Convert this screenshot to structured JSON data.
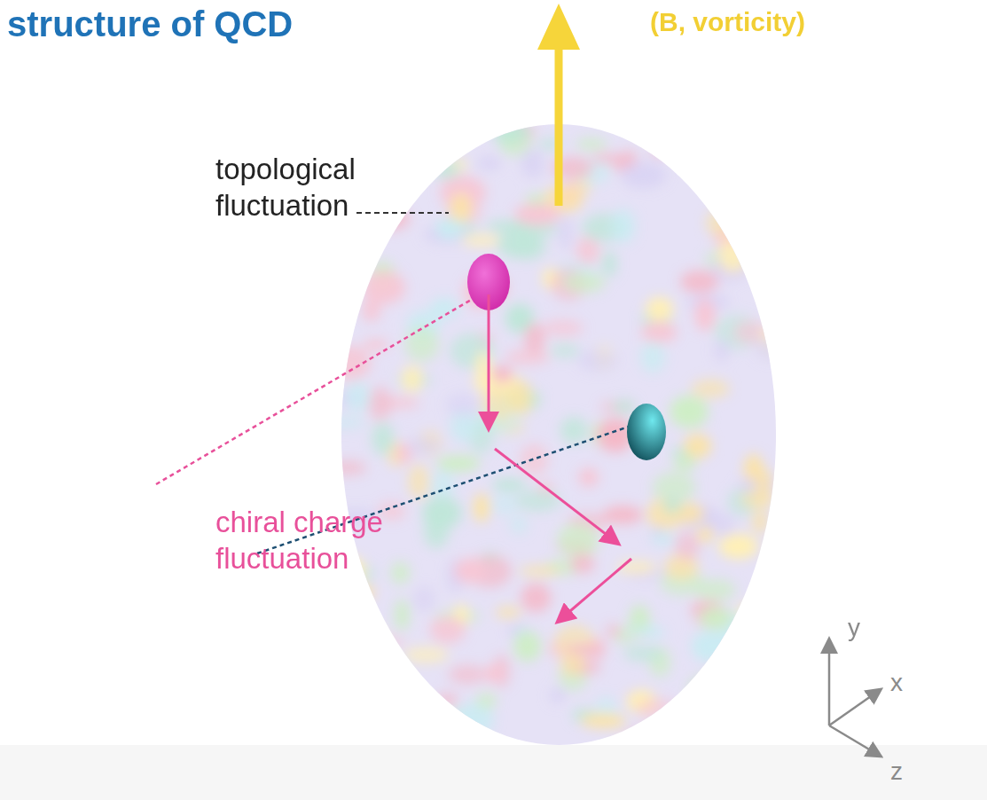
{
  "diagram": {
    "title": "structure of QCD",
    "labels": [
      "(B, vorticity)",
      "topological fluctuation",
      "chiral charge fluctuation",
      "y",
      "x",
      "z"
    ]
  }
}
